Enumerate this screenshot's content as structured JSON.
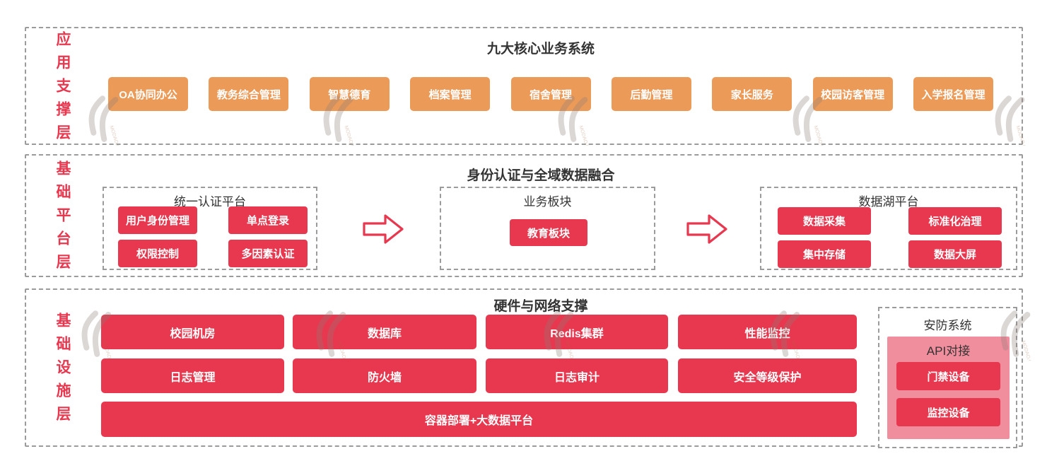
{
  "colors": {
    "red": "#E8384F",
    "orange": "#EC9A57",
    "pink": "#F18E9D",
    "dashed_border": "#9B9B9B",
    "title_text": "#333333",
    "box_text": "#FFFFFF"
  },
  "layers": {
    "application": {
      "label": "应用支撑层",
      "title": "九大核心业务系统",
      "systems": [
        "OA协同办公",
        "教务综合管理",
        "智慧德育",
        "档案管理",
        "宿舍管理",
        "后勤管理",
        "家长服务",
        "校园访客管理",
        "入学报名管理"
      ]
    },
    "platform": {
      "label": "基础平台层",
      "title": "身份认证与全域数据融合",
      "auth_group": {
        "title": "统一认证平台",
        "items": [
          "用户身份管理",
          "单点登录",
          "权限控制",
          "多因素认证"
        ]
      },
      "business_group": {
        "title": "业务板块",
        "items": [
          "教育板块"
        ]
      },
      "datalake_group": {
        "title": "数据湖平台",
        "items": [
          "数据采集",
          "标准化治理",
          "集中存储",
          "数据大屏"
        ]
      }
    },
    "infrastructure": {
      "label": "基础设施层",
      "title": "硬件与网络支撑",
      "grid": [
        "校园机房",
        "数据库",
        "Redis集群",
        "性能监控",
        "日志管理",
        "防火墙",
        "日志审计",
        "安全等级保护"
      ],
      "wide_box": "容器部署+大数据平台",
      "security": {
        "title": "安防系统",
        "api_title": "API对接",
        "devices": [
          "门禁设备",
          "监控设备"
        ]
      }
    }
  },
  "watermark": {
    "text": "MODAO.CC"
  }
}
